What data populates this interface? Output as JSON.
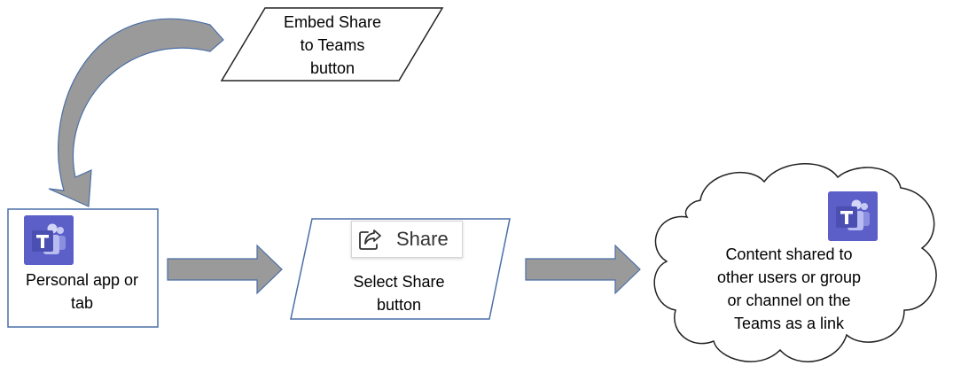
{
  "colors": {
    "teams_purple": "#5b5fc7",
    "arrow_fill": "#9a9a9a",
    "shape_border": "#4a6fa8",
    "text": "#000000"
  },
  "nodes": {
    "embed": {
      "label": "Embed Share\nto Teams\nbutton"
    },
    "personal": {
      "label": "Personal app or\ntab",
      "icon": "microsoft-teams-icon"
    },
    "share_step": {
      "label": "Select Share\nbutton",
      "button_label": "Share",
      "button_icon": "share-icon"
    },
    "result": {
      "label": "Content shared to\nother users or group\nor channel on the\nTeams as a link",
      "icon": "microsoft-teams-icon"
    }
  }
}
